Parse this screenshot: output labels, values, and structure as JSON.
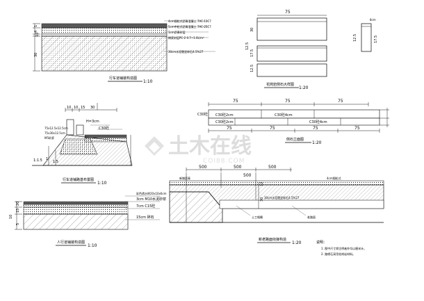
{
  "drawing": {
    "fig1": {
      "caption": "行车道铺装构造图",
      "scale": "1:10",
      "dims": [
        "1",
        "4",
        "10",
        "30"
      ],
      "layers": [
        "4cm细粒式沥青混凝土 7AC-13C7",
        "5cm中粒式沥青混凝土 7AC-25C7",
        "1cm沥青砂层",
        "稀浆封层PC-2 0.7~1.0L/m²",
        "30cm水泥稳定碎石4.5%27"
      ]
    },
    "fig2": {
      "caption": "花岗岩侧石大样图",
      "scale": "1:20",
      "dims": [
        "75",
        "30",
        "12.5",
        "17.5",
        "12.5",
        "17.5",
        "8cm",
        "12.5"
      ]
    },
    "fig3": {
      "caption": "行车道铺路基布置图",
      "scale": "1:10",
      "dims": [
        "10",
        "10",
        "15",
        "30",
        "H=3cm",
        "C30砼"
      ],
      "side_labels": [
        "75x12.5x12.5cm",
        "75x30x12.5cm",
        "M5砂浆"
      ]
    },
    "fig4": {
      "caption": "侧石立面图",
      "scale": "1:20",
      "top_dims": [
        "75",
        "75",
        "75"
      ],
      "bottom_dims": [
        "75",
        "75",
        "75",
        "75"
      ],
      "row_labels": [
        "C30砼2cm",
        "C30砼4cm",
        "C30砼2cm",
        "C30砼4cm"
      ]
    },
    "fig5": {
      "caption": "人行道铺装构造图",
      "scale": "1:10",
      "layers": [
        "彩色透水砖20x10x6cm",
        "3cm M10水泥砂浆",
        "7cm C15砼",
        "15cm 碎石"
      ],
      "dims": [
        "20",
        "15",
        "5",
        "10"
      ]
    },
    "fig6": {
      "caption": "新老路面衔接构造",
      "scale": "1:20",
      "top_dims": [
        "500",
        "500",
        "500"
      ],
      "layer_labels": [
        "新铺沥青",
        "4cm细粒式",
        "30cm水泥稳定碎石4.5%27"
      ],
      "side_dims": [
        "12",
        "30"
      ],
      "notes": [
        "土工格栅",
        "老路面"
      ]
    },
    "notes": {
      "title": "说明：",
      "items": [
        "1. 图中尺寸除注明者外均以厘米计。",
        "2. 路缘石采用花岗岩材料。"
      ]
    },
    "watermark": {
      "text": "土木在线",
      "sub": "COI88.COM"
    }
  }
}
